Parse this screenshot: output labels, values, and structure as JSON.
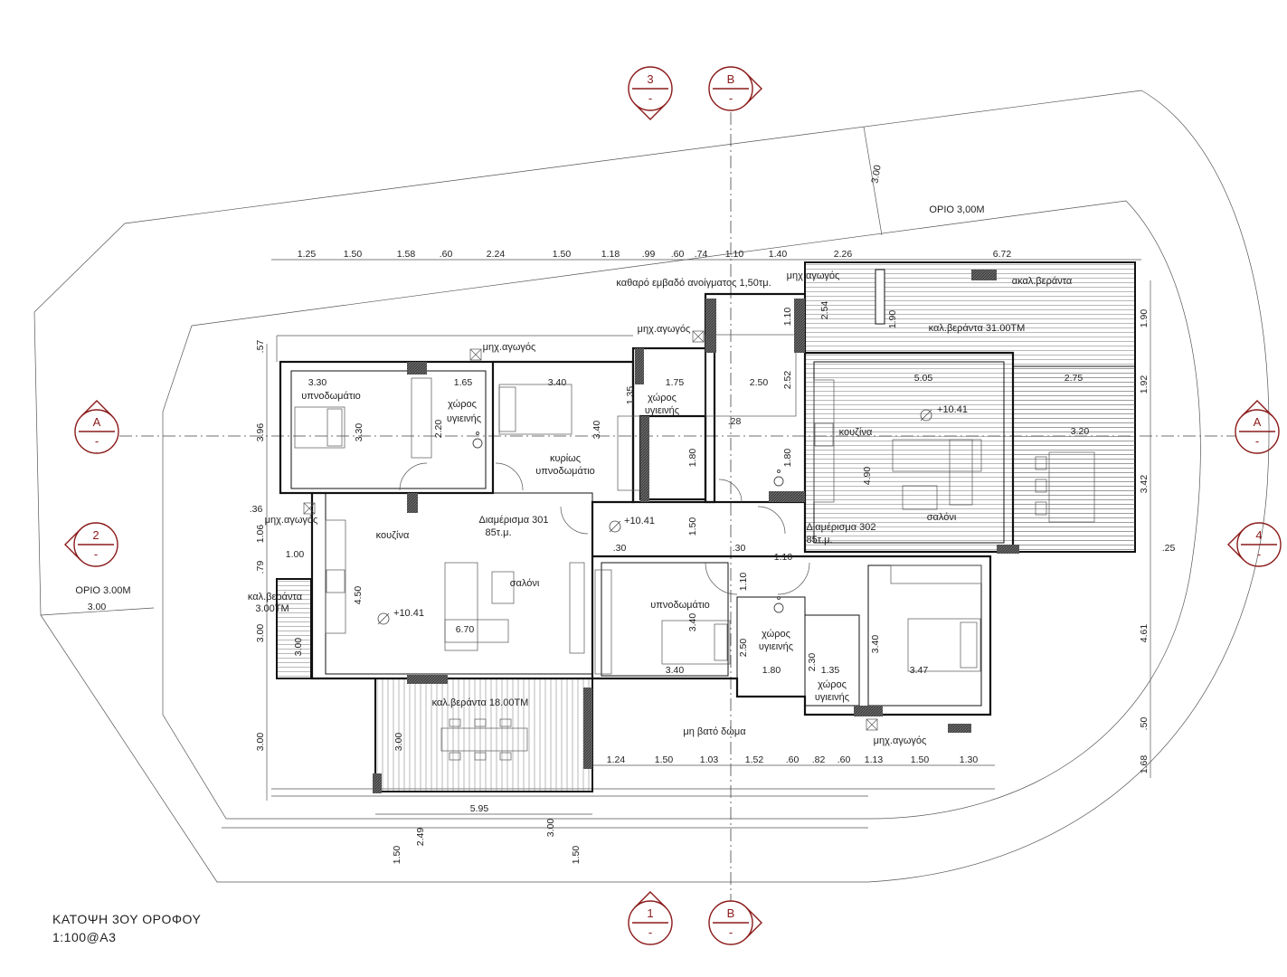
{
  "drawing": {
    "title": "ΚΑΤΟΨΗ 3ΟΥ ΟΡΟΦΟΥ",
    "scale": "1:100@A3"
  },
  "section_markers": [
    {
      "id": "3",
      "sub": "-"
    },
    {
      "id": "B",
      "sub": "-"
    },
    {
      "id": "A",
      "sub": "-"
    },
    {
      "id": "A",
      "sub": "-"
    },
    {
      "id": "2",
      "sub": "-"
    },
    {
      "id": "4",
      "sub": "-"
    },
    {
      "id": "1",
      "sub": "-"
    },
    {
      "id": "B",
      "sub": "-"
    }
  ],
  "labels": [
    "ΟΡΙΟ 3,00Μ",
    "ΟΡΙΟ 3.00Μ",
    "καθαρό εμβαδό ανοίγματος 1,50τμ.",
    "μηχ.αγωγός",
    "μηχ.αγωγός",
    "μηχ.αγωγός",
    "μηχ.αγωγός",
    "μηχ.αγωγός",
    "ακαλ.βεράντα",
    "καλ.βεράντα 31.00ΤΜ",
    "καλ.βεράντα",
    "3.00ΤΜ",
    "καλ.βεράντα 18.00ΤΜ",
    "υπνοδωμάτιο",
    "υπνοδωμάτιο",
    "χώρος",
    "υγιεινής",
    "χώρος",
    "υγιεινής",
    "χώρος",
    "υγιεινής",
    "χώρος",
    "υγιεινής",
    "κυρίως",
    "υπνοδωμάτιο",
    "κουζίνα",
    "κουζίνα",
    "Διαμέρισμα  301",
    "85τ.μ.",
    "Διαμέρισμα  302",
    "85τ.μ.",
    "σαλόνι",
    "σαλόνι",
    "+10.41",
    "+10.41",
    "+10.41",
    "μη βατό δώμα"
  ],
  "dimensions": {
    "top": [
      "1.25",
      "1.50",
      "1.58",
      ".60",
      "2.24",
      "1.50",
      "1.18",
      ".99",
      ".60",
      ".74",
      "1.10",
      "1.40",
      "2.26",
      "6.72"
    ],
    "right": [
      "1.90",
      "1.92",
      "3.42",
      ".25",
      "4.61",
      ".50",
      "1.68"
    ],
    "left": [
      ".57",
      "3.96",
      ".36",
      "1.06",
      "1.00",
      ".79",
      "3.00",
      "3.00",
      "3.00"
    ],
    "bottom": [
      "1.24",
      "1.50",
      "1.03",
      "1.52",
      ".60",
      ".82",
      ".60",
      "1.13",
      "1.50",
      "1.30"
    ],
    "site": [
      "5.95",
      "3.00",
      "1.50",
      "2.49",
      "1.50",
      "3.00",
      "3.00"
    ],
    "interior": [
      "3.30",
      "1.65",
      "3.40",
      "1.75",
      "2.50",
      "5.05",
      "2.75",
      "3.20",
      "2.20",
      "3.30",
      "3.40",
      "1.35",
      "1.80",
      "2.52",
      "1.10",
      "2.54",
      "1.90",
      "1.80",
      ".28",
      "4.90",
      "1.50",
      ".30",
      ".30",
      "1.10",
      "1.10",
      "3.40",
      "3.40",
      "2.50",
      "1.80",
      "2.30",
      "1.35",
      "3.40",
      "3.47",
      "4.50",
      "6.70",
      "3.00"
    ]
  },
  "colors": {
    "marker": "#8b1a1a",
    "line": "#222222"
  }
}
